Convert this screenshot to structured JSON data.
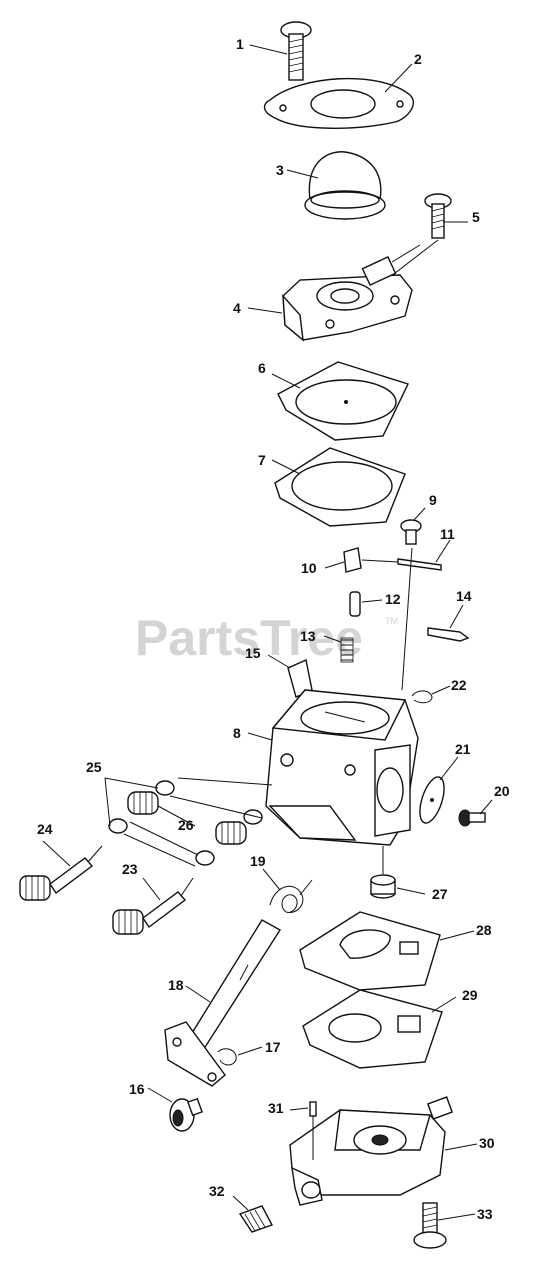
{
  "watermark": {
    "text": "PartsTree",
    "tm": "TM"
  },
  "parts": [
    {
      "id": "1",
      "label": "1"
    },
    {
      "id": "2",
      "label": "2"
    },
    {
      "id": "3",
      "label": "3"
    },
    {
      "id": "4",
      "label": "4"
    },
    {
      "id": "5",
      "label": "5"
    },
    {
      "id": "6",
      "label": "6"
    },
    {
      "id": "7",
      "label": "7"
    },
    {
      "id": "8",
      "label": "8"
    },
    {
      "id": "9",
      "label": "9"
    },
    {
      "id": "10",
      "label": "10"
    },
    {
      "id": "11",
      "label": "11"
    },
    {
      "id": "12",
      "label": "12"
    },
    {
      "id": "13",
      "label": "13"
    },
    {
      "id": "14",
      "label": "14"
    },
    {
      "id": "15",
      "label": "15"
    },
    {
      "id": "16",
      "label": "16"
    },
    {
      "id": "17",
      "label": "17"
    },
    {
      "id": "18",
      "label": "18"
    },
    {
      "id": "19",
      "label": "19"
    },
    {
      "id": "20",
      "label": "20"
    },
    {
      "id": "21",
      "label": "21"
    },
    {
      "id": "22",
      "label": "22"
    },
    {
      "id": "23",
      "label": "23"
    },
    {
      "id": "24",
      "label": "24"
    },
    {
      "id": "25",
      "label": "25"
    },
    {
      "id": "26",
      "label": "26"
    },
    {
      "id": "27",
      "label": "27"
    },
    {
      "id": "28",
      "label": "28"
    },
    {
      "id": "29",
      "label": "29"
    },
    {
      "id": "30",
      "label": "30"
    },
    {
      "id": "31",
      "label": "31"
    },
    {
      "id": "32",
      "label": "32"
    },
    {
      "id": "33",
      "label": "33"
    }
  ]
}
